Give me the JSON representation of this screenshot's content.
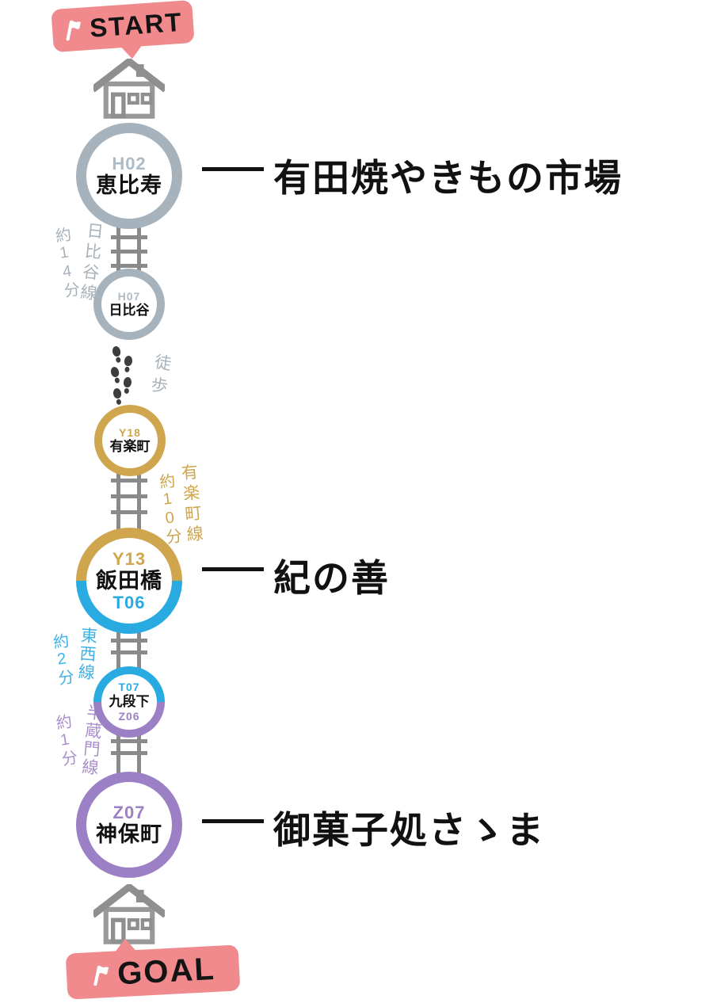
{
  "badges": {
    "start": "START",
    "goal": "GOAL"
  },
  "stations": [
    {
      "code": "H02",
      "name": "恵比寿"
    },
    {
      "code": "H07",
      "name": "日比谷"
    },
    {
      "code": "Y18",
      "name": "有楽町"
    },
    {
      "code": "Y13",
      "name": "飯田橋",
      "code2": "T06"
    },
    {
      "code": "T07",
      "name": "九段下",
      "code2": "Z06"
    },
    {
      "code": "Z07",
      "name": "神保町"
    }
  ],
  "segments": [
    {
      "type": "train",
      "line_name": "日比谷線",
      "duration": "約14分",
      "color": "#A6B2BC"
    },
    {
      "type": "walk",
      "label": "徒歩",
      "color": "#A8B2BA"
    },
    {
      "type": "train",
      "line_name": "有楽町線",
      "duration": "約10分",
      "color": "#CFA54D"
    },
    {
      "type": "train",
      "line_name": "東西線",
      "duration": "約2分",
      "color": "#29ABE2"
    },
    {
      "type": "train",
      "line_name": "半蔵門線",
      "duration": "約1分",
      "color": "#9C80C5"
    }
  ],
  "pois": [
    {
      "name": "有田焼やきもの市場"
    },
    {
      "name": "紀の善"
    },
    {
      "name": "御菓子処さゝま"
    }
  ],
  "colors": {
    "badge_pink": "#F08A8C",
    "line_gray": "#A6B2BC",
    "line_gold": "#CFA54D",
    "line_blue": "#29ABE2",
    "line_purple": "#9C80C5",
    "track_gray": "#8A8A8A",
    "house_gray": "#8F8F8F",
    "footprint_dark": "#3D3D3D",
    "text_black": "#111111"
  },
  "icons": {
    "start_flag": "flag-icon",
    "goal_flag": "flag-icon",
    "home_start": "house-icon",
    "home_goal": "house-icon",
    "train_segment": "railway-track-icon",
    "walk_segment": "footprints-icon"
  }
}
